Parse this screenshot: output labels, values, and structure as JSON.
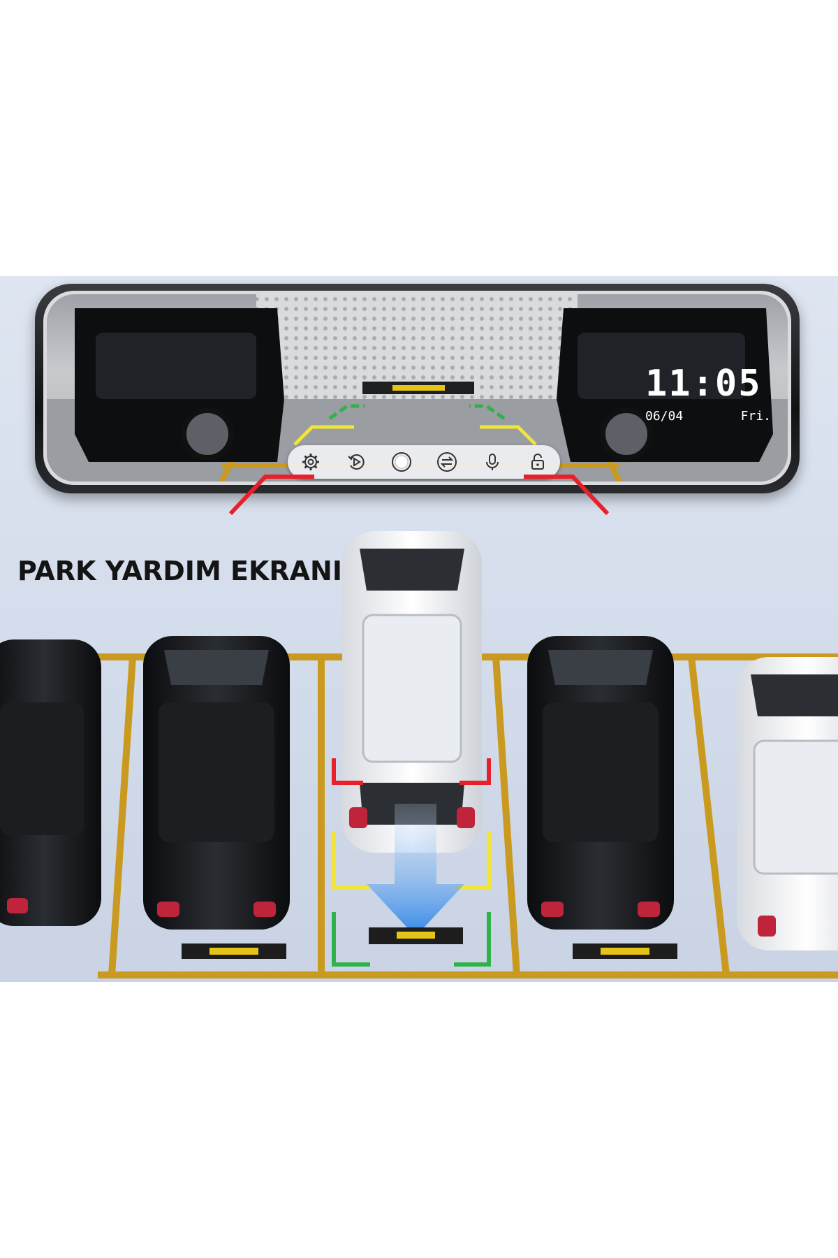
{
  "mirror_display": {
    "time": "11:05",
    "date": "06/04",
    "weekday": "Fri."
  },
  "toolbar": {
    "buttons": [
      {
        "name": "settings",
        "icon": "gear-icon"
      },
      {
        "name": "playback",
        "icon": "playback-icon"
      },
      {
        "name": "record",
        "icon": "record-icon"
      },
      {
        "name": "switch-camera",
        "icon": "swap-arrows-icon"
      },
      {
        "name": "microphone",
        "icon": "microphone-icon"
      },
      {
        "name": "lock",
        "icon": "lock-icon"
      }
    ]
  },
  "headline": "PARK YARDIM EKRANI",
  "guide_colors": {
    "near": "#e8202a",
    "mid": "#f1e53a",
    "far": "#2fb24a",
    "lot_line": "#c99a1f",
    "arrow": "#3a8ee8"
  }
}
